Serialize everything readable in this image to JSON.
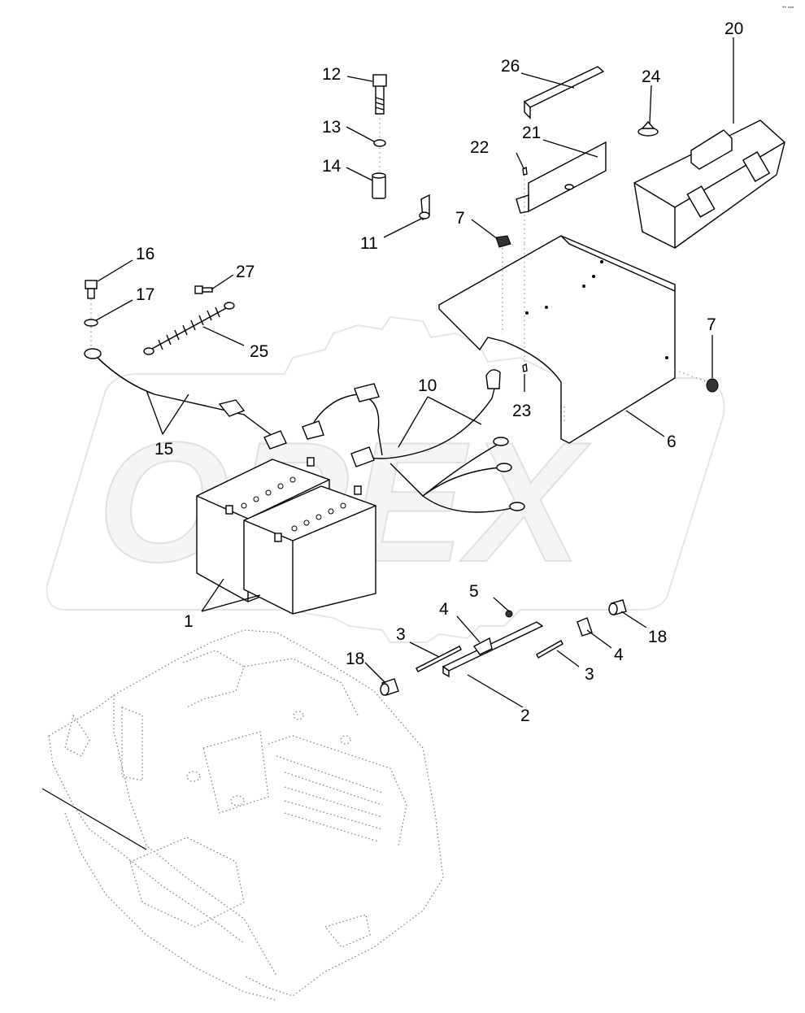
{
  "watermark": "OPEX",
  "corner_mark": "•• ▪▪▪",
  "callouts": {
    "p1": "1",
    "p2": "2",
    "p3a": "3",
    "p3b": "3",
    "p4a": "4",
    "p4b": "4",
    "p5": "5",
    "p6": "6",
    "p7a": "7",
    "p7b": "7",
    "p10": "10",
    "p11": "11",
    "p12": "12",
    "p13": "13",
    "p14": "14",
    "p15": "15",
    "p16": "16",
    "p17": "17",
    "p18a": "18",
    "p18b": "18",
    "p20": "20",
    "p21": "21",
    "p22": "22",
    "p23": "23",
    "p24": "24",
    "p25": "25",
    "p26": "26",
    "p27": "27"
  }
}
